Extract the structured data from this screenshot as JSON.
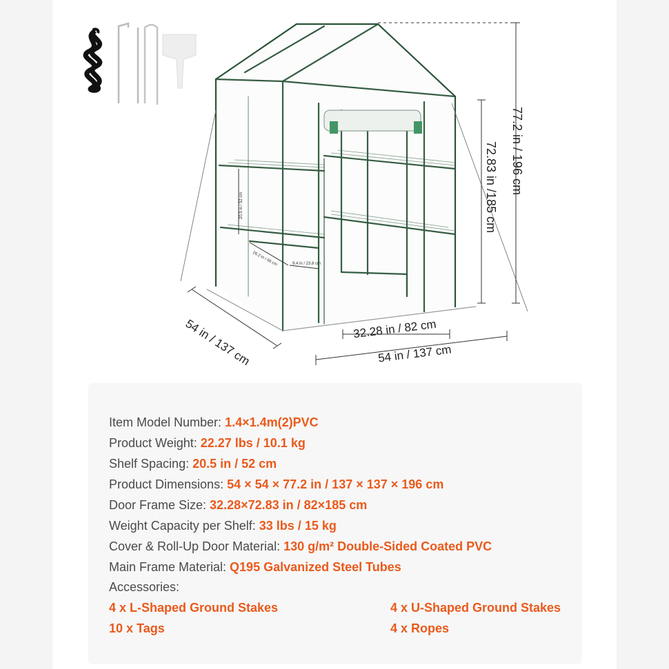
{
  "dimensions": {
    "total_height": "77.2 in / 196 cm",
    "door_height": "72.83 in /185 cm",
    "door_width": "32.28 in / 82 cm",
    "front_width": "54 in / 137 cm",
    "side_depth": "54 in / 137 cm",
    "shelf_spacing": "20.5 in / 52 cm",
    "shelf_depth": "26.2 in / 66 cm",
    "shelf_width": "9.4 in / 23.8 cm"
  },
  "specs": [
    {
      "label": "Item Model Number: ",
      "value": "1.4×1.4m(2)PVC"
    },
    {
      "label": "Product Weight: ",
      "value": "22.27 lbs / 10.1 kg"
    },
    {
      "label": "Shelf Spacing: ",
      "value": "20.5 in / 52 cm"
    },
    {
      "label": "Product Dimensions: ",
      "value": "54 × 54 × 77.2 in / 137 × 137 × 196 cm"
    },
    {
      "label": "Door Frame Size: ",
      "value": "32.28×72.83 in / 82×185 cm"
    },
    {
      "label": "Weight Capacity per Shelf: ",
      "value": "33 lbs / 15 kg"
    },
    {
      "label": "Cover & Roll-Up Door Material: ",
      "value": "130 g/m² Double-Sided Coated PVC"
    },
    {
      "label": "Main Frame Material: ",
      "value": "Q195 Galvanized Steel Tubes"
    }
  ],
  "accessories_label": "Accessories:",
  "accessories": [
    "4 x L-Shaped Ground Stakes",
    "4 x U-Shaped Ground Stakes",
    "10 x Tags",
    "4 x Ropes"
  ],
  "colors": {
    "accent": "#ea5a1c",
    "frame": "#1f4a2e"
  }
}
